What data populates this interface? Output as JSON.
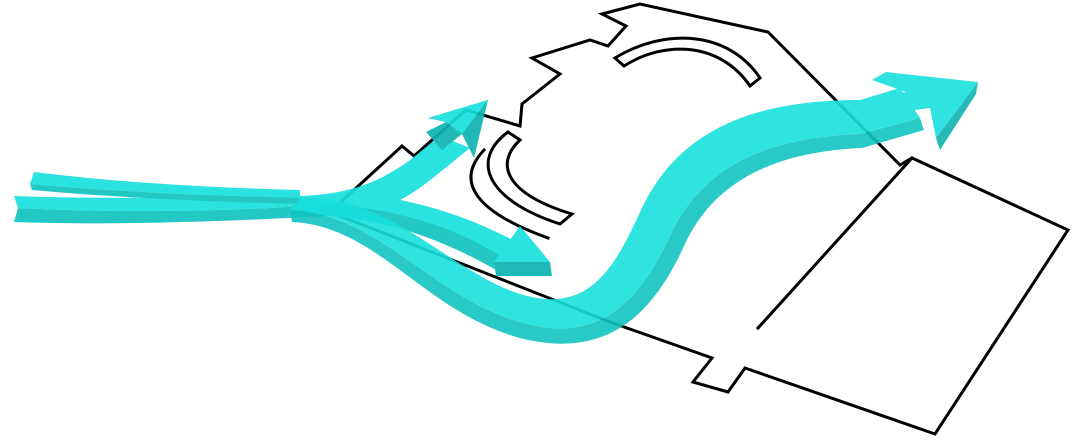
{
  "colors": {
    "background": "#ffffff",
    "outline": "#000000",
    "flow_top": "#19e0dd",
    "flow_side": "#11c4c1",
    "flow_head": "#0fb4b1"
  },
  "elements": {
    "building_outline": "site-plan-outline",
    "main_flow": "s-curve-flow-arrow",
    "branch_flow": "split-flow-arrow"
  }
}
